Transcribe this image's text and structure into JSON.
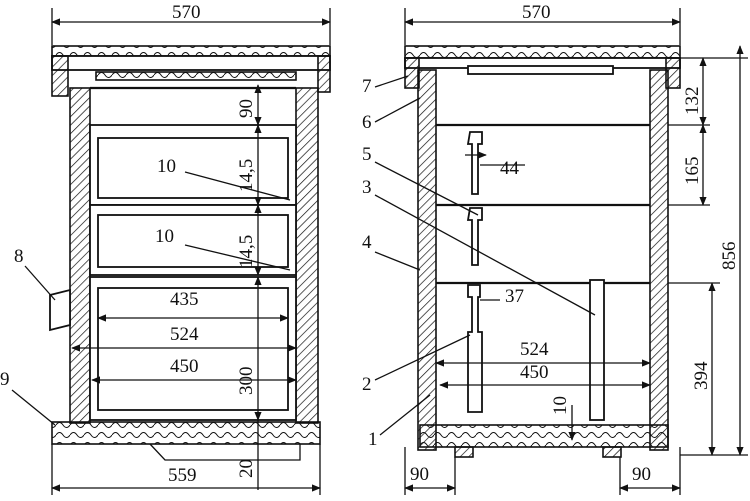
{
  "left_view": {
    "top_width": "570",
    "bottom_width": "559",
    "dim_top_space": "90",
    "frame_gap_1": "10",
    "frame_height_1": "14,5",
    "frame_gap_2": "10",
    "frame_height_2": "14,5",
    "inner_435": "435",
    "inner_524": "524",
    "inner_450": "450",
    "frame_height_300": "300",
    "bottom_space": "20",
    "callout_8": "8",
    "callout_9": "9"
  },
  "right_view": {
    "top_width": "570",
    "callouts": [
      "7",
      "6",
      "5",
      "3",
      "4",
      "2",
      "1"
    ],
    "dim_44": "44",
    "dim_37": "37",
    "inner_524": "524",
    "inner_450": "450",
    "dim_10": "10",
    "height_132": "132",
    "height_165": "165",
    "height_394": "394",
    "total_height": "856",
    "foot_left": "90",
    "foot_right": "90"
  }
}
